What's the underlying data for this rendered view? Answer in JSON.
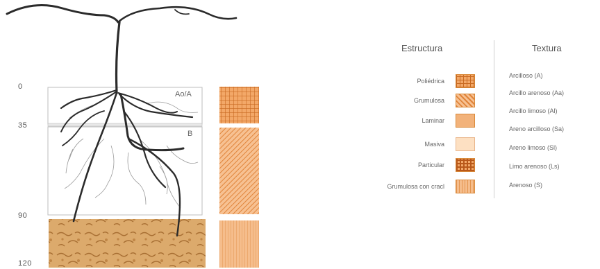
{
  "profile": {
    "depths": [
      "0",
      "35",
      "90",
      "120"
    ],
    "horizons": [
      "Ao/A",
      "B"
    ]
  },
  "legend": {
    "structure_title": "Estructura",
    "texture_title": "Textura",
    "structures": [
      {
        "label": "Poliédrica",
        "pattern": "grid"
      },
      {
        "label": "Grumulosa",
        "pattern": "diagonal"
      },
      {
        "label": "Laminar",
        "pattern": "plain"
      },
      {
        "label": "Masiva",
        "pattern": "light"
      },
      {
        "label": "Particular",
        "pattern": "dots"
      },
      {
        "label": "Grumulosa con cracl",
        "pattern": "vertical"
      }
    ],
    "textures": [
      "Arcilloso (A)",
      "Arcillo arenoso (Aa)",
      "Arcillo limoso (Al)",
      "Areno arcilloso (Sa)",
      "Areno limoso (Sl)",
      "Limo arenoso (Ls)",
      "Arenoso (S)"
    ]
  },
  "colors": {
    "accent": "#e8923e",
    "swatch_fill": "#f2b27a",
    "light_fill": "#fde0c2",
    "root": "#2b2b2b",
    "soil": "#d9a86a"
  }
}
